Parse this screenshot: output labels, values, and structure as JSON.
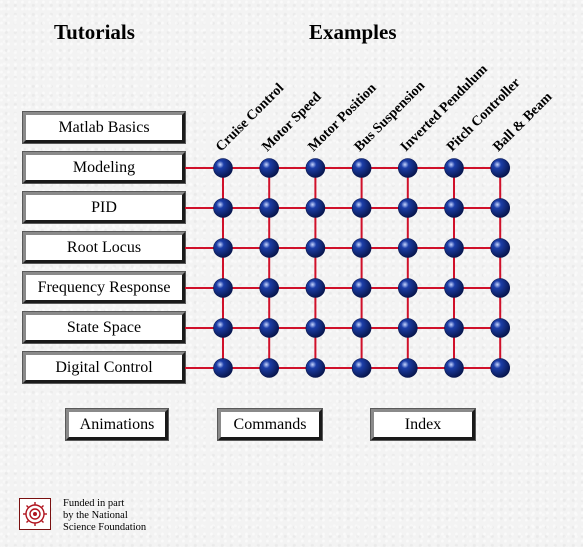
{
  "headings": {
    "tutorials": "Tutorials",
    "examples": "Examples"
  },
  "tutorials": [
    {
      "id": "matlab-basics",
      "label": "Matlab Basics"
    },
    {
      "id": "modeling",
      "label": "Modeling"
    },
    {
      "id": "pid",
      "label": "PID"
    },
    {
      "id": "root-locus",
      "label": "Root Locus"
    },
    {
      "id": "frequency-response",
      "label": "Frequency Response"
    },
    {
      "id": "state-space",
      "label": "State Space"
    },
    {
      "id": "digital-control",
      "label": "Digital Control"
    }
  ],
  "examples": [
    {
      "id": "cruise-control",
      "label": "Cruise Control"
    },
    {
      "id": "motor-speed",
      "label": "Motor Speed"
    },
    {
      "id": "motor-position",
      "label": "Motor Position"
    },
    {
      "id": "bus-suspension",
      "label": "Bus Suspension"
    },
    {
      "id": "inverted-pendulum",
      "label": "Inverted Pendulum"
    },
    {
      "id": "pitch-controller",
      "label": "Pitch Controller"
    },
    {
      "id": "ball-beam",
      "label": "Ball & Beam"
    }
  ],
  "bottom_nav": {
    "animations": "Animations",
    "commands": "Commands",
    "index": "Index"
  },
  "footer": {
    "funding": "Funded in part\nby the National\nScience Foundation",
    "logo_icon": "nsf-logo-icon"
  },
  "colors": {
    "grid_line": "#d0102a",
    "node_fill": "#1c3ea8",
    "node_dark": "#08164f",
    "node_highlight": "#c8d6ff"
  }
}
